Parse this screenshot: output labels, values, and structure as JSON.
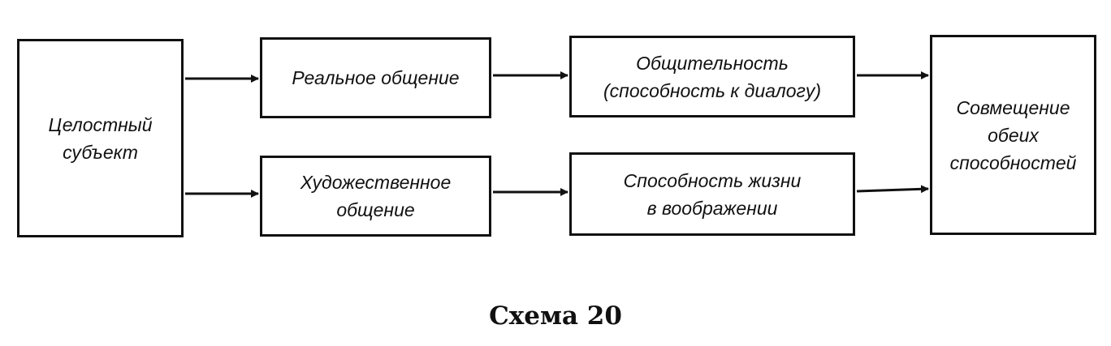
{
  "diagram": {
    "nodes": {
      "subject": "Целостный\nсубъект",
      "real": "Реальное общение",
      "sociability": "Общительность\n(способность к диалогу)",
      "artistic": "Художественное\nобщение",
      "imagination": "Способность жизни\nв воображении",
      "combination": "Совмещение\nобеих\nспособностей"
    },
    "edges": [
      {
        "from": "subject",
        "to": "real"
      },
      {
        "from": "subject",
        "to": "artistic"
      },
      {
        "from": "real",
        "to": "sociability"
      },
      {
        "from": "artistic",
        "to": "imagination"
      },
      {
        "from": "sociability",
        "to": "combination"
      },
      {
        "from": "imagination",
        "to": "combination"
      }
    ]
  },
  "caption": "Схема 20"
}
